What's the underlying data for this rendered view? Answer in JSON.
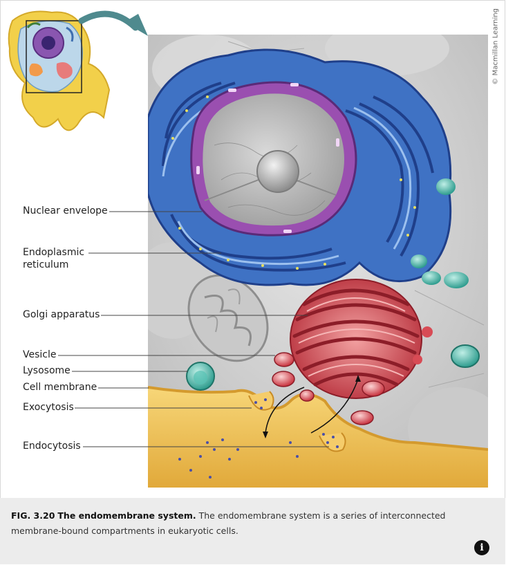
{
  "copyright": "© Macmillan Learning",
  "labels": {
    "nuclear_envelope": "Nuclear envelope",
    "er_line1": "Endoplasmic",
    "er_line2": "reticulum",
    "golgi": "Golgi apparatus",
    "vesicle": "Vesicle",
    "lysosome": "Lysosome",
    "cell_membrane": "Cell membrane",
    "exocytosis": "Exocytosis",
    "endocytosis": "Endocytosis"
  },
  "caption": {
    "fig_number": "FIG. 3.20",
    "fig_title": "The endomembrane system.",
    "text": "The endomembrane system is a series of interconnected membrane-bound compartments in eukaryotic cells."
  },
  "info_button": "i",
  "colors": {
    "er_blue": "#2f5fb3",
    "nuclear_purple": "#9a4fb0",
    "golgi_red": "#c8323e",
    "lysosome_teal": "#2e9c8e",
    "membrane_yellow": "#efc14a",
    "cytoplasm_gray": "#d2d2d2",
    "arrow_teal": "#4f8a8e"
  }
}
